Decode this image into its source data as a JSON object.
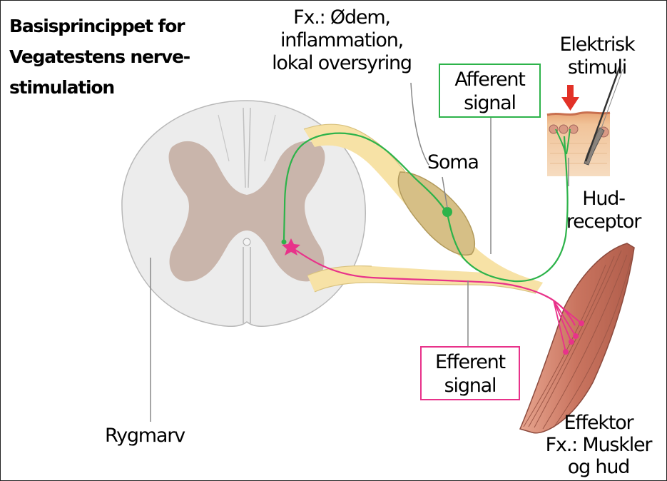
{
  "title": {
    "line1": "Basisprincippet for",
    "line2": "Vegatestens nerve-",
    "line3": "stimulation"
  },
  "examples": {
    "line1": "Fx.: Ødem,",
    "line2": "inflammation,",
    "line3": "lokal oversyring"
  },
  "afferent": {
    "line1": "Afferent",
    "line2": "signal"
  },
  "efferent": {
    "line1": "Efferent",
    "line2": "signal"
  },
  "stimulus": {
    "line1": "Elektrisk",
    "line2": "stimuli"
  },
  "soma": "Soma",
  "receptor": {
    "line1": "Hud-",
    "line2": "receptor"
  },
  "spinal_cord": "Rygmarv",
  "effector": {
    "line1": "Effektor",
    "line2": "Fx.: Muskler",
    "line3": "og hud"
  },
  "colors": {
    "afferent": "#2db34a",
    "efferent": "#e8328a",
    "nerve": "#f7e2a6",
    "white_matter": "#ececec",
    "grey_matter": "#c9b5ab",
    "muscle": "#c97c6a",
    "stimulus_arrow": "#e23127"
  }
}
